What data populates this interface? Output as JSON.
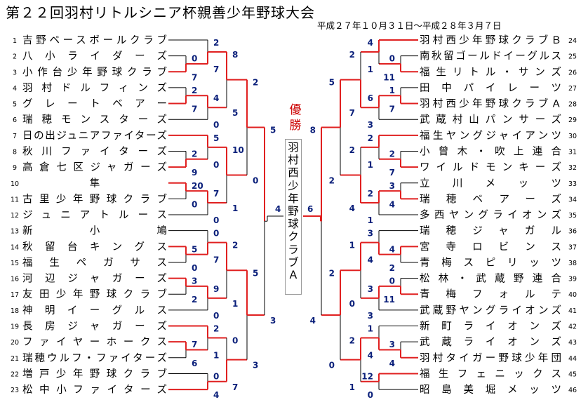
{
  "title": "第２２回羽村リトルシニア杯親善少年野球大会",
  "subtitle": "平成２７年１０月３１日～平成２８年３月７日",
  "champion_label": "優勝",
  "champion_name": "羽村西少年野球クラブＡ",
  "colors": {
    "win": "#e02020",
    "lose": "#000000",
    "score": "#0a1f7a",
    "champion": "#cc0000"
  },
  "left_teams": [
    {
      "no": "1",
      "name": "吉野ベースボールクラブ"
    },
    {
      "no": "2",
      "name": "八小ライダーズ"
    },
    {
      "no": "3",
      "name": "小作台少年野球クラブ"
    },
    {
      "no": "4",
      "name": "羽村ドルフィンズ"
    },
    {
      "no": "5",
      "name": "グレートベアー"
    },
    {
      "no": "6",
      "name": "瑞穂モンスターズ"
    },
    {
      "no": "7",
      "name": "日の出ジュニアファイターズ"
    },
    {
      "no": "8",
      "name": "秋川ファイターズ"
    },
    {
      "no": "9",
      "name": "高倉七区ジャガーズ"
    },
    {
      "no": "10",
      "name": "隼"
    },
    {
      "no": "11",
      "name": "古里少年野球クラブ"
    },
    {
      "no": "12",
      "name": "ジュニアトルース"
    },
    {
      "no": "13",
      "name": "新小鳩"
    },
    {
      "no": "14",
      "name": "秋留台キングス"
    },
    {
      "no": "15",
      "name": "福生ペガサス"
    },
    {
      "no": "16",
      "name": "河辺ジャガーズ"
    },
    {
      "no": "17",
      "name": "友田少年野球クラブ"
    },
    {
      "no": "18",
      "name": "神明イーグルス"
    },
    {
      "no": "19",
      "name": "長房ジャガーズ"
    },
    {
      "no": "20",
      "name": "ファイヤーホークス"
    },
    {
      "no": "21",
      "name": "瑞穂ウルフ・ファイターズ"
    },
    {
      "no": "22",
      "name": "増戸少年野球クラブ"
    },
    {
      "no": "23",
      "name": "松中小ファイターズ"
    }
  ],
  "right_teams": [
    {
      "no": "24",
      "name": "羽村西少年野球クラブＢ"
    },
    {
      "no": "25",
      "name": "南秋留ゴールドイーグルス"
    },
    {
      "no": "26",
      "name": "福生リトル・サンズ"
    },
    {
      "no": "27",
      "name": "田中パイレーツ"
    },
    {
      "no": "28",
      "name": "羽村西少年野球クラブＡ"
    },
    {
      "no": "29",
      "name": "武蔵村山パンサーズ"
    },
    {
      "no": "30",
      "name": "福生ヤングジャイアンツ"
    },
    {
      "no": "31",
      "name": "小曾木・吹上連合"
    },
    {
      "no": "32",
      "name": "ワイルドモンキーズ"
    },
    {
      "no": "33",
      "name": "立川メッツ"
    },
    {
      "no": "34",
      "name": "瑞穂ベアーズ"
    },
    {
      "no": "35",
      "name": "多西ヤングライオンズ"
    },
    {
      "no": "36",
      "name": "瑞穂ジャガル"
    },
    {
      "no": "37",
      "name": "宮寺ロビンス"
    },
    {
      "no": "38",
      "name": "青梅スピリッツ"
    },
    {
      "no": "39",
      "name": "松林・武蔵野連合"
    },
    {
      "no": "40",
      "name": "青梅フォルテ"
    },
    {
      "no": "41",
      "name": "武蔵野ヤングライオンズ"
    },
    {
      "no": "42",
      "name": "新町ライオンズ"
    },
    {
      "no": "43",
      "name": "武蔵ライオンズ"
    },
    {
      "no": "44",
      "name": "羽村タイガー野球少年団"
    },
    {
      "no": "45",
      "name": "福生フェニックス"
    },
    {
      "no": "46",
      "name": "昭島美堀メッツ"
    }
  ],
  "left_matches": {
    "L_2_3": {
      "scores": [
        "0",
        "7"
      ]
    },
    "L_1_23": {
      "scores": [
        "2",
        "7"
      ]
    },
    "L_4_5": {
      "scores": [
        "2",
        "7"
      ]
    },
    "L_45_6": {
      "scores": [
        "4",
        "0"
      ]
    },
    "L_1to3_4to6": {
      "scores": [
        "8",
        "5"
      ]
    },
    "L_8_9": {
      "scores": [
        "2",
        "9"
      ]
    },
    "L_7_89": {
      "scores": [
        "5",
        "0"
      ]
    },
    "L_10_11": {
      "scores": [
        "20",
        "0"
      ]
    },
    "L_1011_12": {
      "scores": [
        "7",
        "0"
      ]
    },
    "L_7to9_10to12": {
      "scores": [
        "10",
        "1"
      ]
    },
    "L_Q1": {
      "scores": [
        "2",
        "0"
      ]
    },
    "L_14_15": {
      "scores": [
        "5",
        "0"
      ]
    },
    "L_13_1415": {
      "scores": [
        "0",
        "7"
      ]
    },
    "L_16_17": {
      "scores": [
        "3",
        "2"
      ]
    },
    "L_1617_18": {
      "scores": [
        "9",
        "0"
      ]
    },
    "L_13to15_16to18": {
      "scores": [
        "2",
        "1"
      ]
    },
    "L_20_21": {
      "scores": [
        "7",
        "6"
      ]
    },
    "L_19_2021": {
      "scores": [
        "2",
        "1"
      ]
    },
    "L_22_23": {
      "scores": [
        "0",
        "4"
      ]
    },
    "L_19to21_22to23": {
      "scores": [
        "0",
        "7"
      ]
    },
    "L_Q2": {
      "scores": [
        "5",
        "3"
      ]
    },
    "L_SF": {
      "scores": [
        "5",
        "3"
      ]
    }
  },
  "right_matches": {
    "R_25_26": {
      "scores": [
        "0",
        "11"
      ]
    },
    "R_24_2526": {
      "scores": [
        "4",
        "1"
      ]
    },
    "R_27_28": {
      "scores": [
        "1",
        "7"
      ]
    },
    "R_2728_29": {
      "scores": [
        "6",
        "3"
      ]
    },
    "R_24to26_27to29": {
      "scores": [
        "2",
        "7"
      ]
    },
    "R_31_32": {
      "scores": [
        "2",
        "7"
      ]
    },
    "R_30_3132": {
      "scores": [
        "2",
        "1"
      ]
    },
    "R_33_34": {
      "scores": [
        "3",
        "4"
      ]
    },
    "R_3334_35": {
      "scores": [
        "2",
        "1"
      ]
    },
    "R_30to32_33to35": {
      "scores": [
        "2",
        "4"
      ]
    },
    "R_Q1": {
      "scores": [
        "5",
        "2"
      ]
    },
    "R_37_38": {
      "scores": [
        "4",
        "2"
      ]
    },
    "R_36_3738": {
      "scores": [
        "3",
        "4"
      ]
    },
    "R_39_40": {
      "scores": [
        "0",
        "11"
      ]
    },
    "R_3940_41": {
      "scores": [
        "3",
        "3"
      ]
    },
    "R_36to38_39to41": {
      "scores": [
        "1",
        "0"
      ]
    },
    "R_43_44": {
      "scores": [
        "3",
        "4"
      ]
    },
    "R_42_4344": {
      "scores": [
        "1",
        "4"
      ]
    },
    "R_45_46": {
      "scores": [
        "12",
        "0"
      ]
    },
    "R_42to44_45to46": {
      "scores": [
        "2",
        "1"
      ]
    },
    "R_Q2": {
      "scores": [
        "2",
        "0"
      ]
    },
    "R_SF": {
      "scores": [
        "8",
        "4"
      ]
    }
  },
  "final": {
    "scores": [
      "4",
      "6"
    ]
  }
}
